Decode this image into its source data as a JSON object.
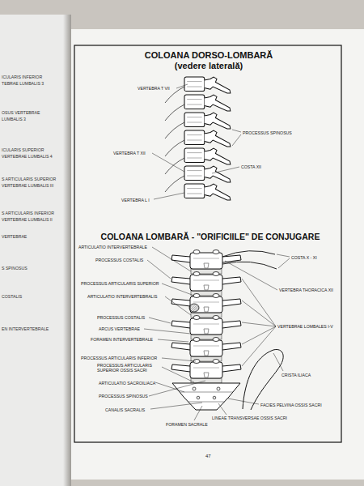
{
  "diagram": {
    "title": "COLOANA DORSO-LOMBARĂ (vedere laterală)",
    "labels": [
      "VERTEBRA T VII",
      "PROCESSUS SPINOSUS",
      "VERTEBRA T XII",
      "COSTA XII",
      "VERTEBRA L I",
      "COLOANA LOMBARĂ - \"ORIFICIILE\" DE CONJUGARE",
      "ARTICULATIO INTERVERTEBRALE",
      "COSTA X - XI",
      "PROCESSUS COSTALIS",
      "PROCESSUS ARTICULARIS SUPERIOR",
      "VERTEBRA THORACICA XII",
      "ARTICULATIO INTERVERTEBRALIS",
      "PROCESSUS COSTALIS",
      "VERTEBRAE LOMBALES I-V",
      "ARCUS VERTEBRAE",
      "FORAMEN INTERVERTEBRALE",
      "PROCESSUS ARTICULARIS INFERIOR",
      "PROCESSUS ARTICULARIS SUPERIOR OSSIS SACRI",
      "CRISTA ILIACA",
      "ARTICULATIO SACROILIACA",
      "PROCESSUS SPINOSUS",
      "FACIES PELVINA OSSIS SACRI",
      "CANALIS SACRALIS",
      "LINEAE TRANSVERSAE OSSIS SACRI",
      "FORAMEN SACRALE",
      "47",
      "ICULARIS INFERIOR",
      "TEBRAE LUMBALIS 3",
      "OSUS VERTEBRAE",
      "LUMBALIS 3",
      "ICULARIS SUPERIOR",
      "VERTEBRAE LUMBALIS 4",
      "S ARTICULARIS SUPERIOR",
      "VERTEBRAE LUMBALIS III",
      "S ARTICULARIS INFERIOR",
      "VERTEBRAE LUMBALIS II",
      "VERTEBRAE",
      "S SPINOSUS",
      "COSTALIS",
      "EN INTERVERTEBRALE"
    ]
  }
}
